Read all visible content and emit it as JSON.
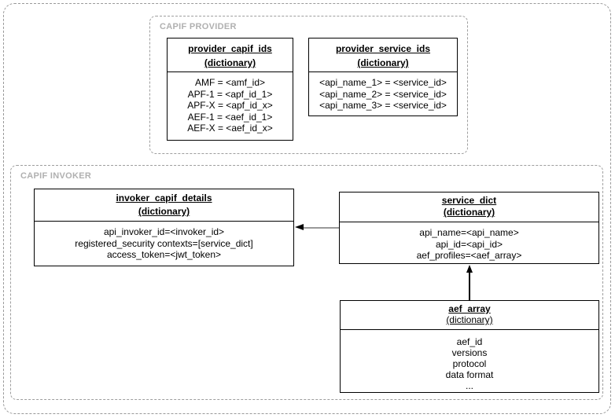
{
  "diagram": {
    "colors": {
      "background": "#ffffff",
      "box_border": "#000000",
      "group_border": "#9e9e9e",
      "group_label": "#b0b0b0",
      "arrow_line_gray": "#999999",
      "arrow_black": "#000000"
    },
    "provider_group": {
      "label": "CAPIF PROVIDER",
      "boxes": {
        "provider_capif_ids": {
          "title": "provider_capif_ids",
          "subtitle": "(dictionary)",
          "rows": [
            "AMF = <amf_id>",
            "APF-1 = <apf_id_1>",
            "APF-X = <apf_id_x>",
            "AEF-1 = <aef_id_1>",
            "AEF-X = <aef_id_x>"
          ]
        },
        "provider_service_ids": {
          "title": "provider_service_ids",
          "subtitle": "(dictionary)",
          "rows": [
            "<api_name_1> = <service_id>",
            "<api_name_2> = <service_id>",
            "<api_name_3> = <service_id>"
          ]
        }
      }
    },
    "invoker_group": {
      "label": "CAPIF INVOKER",
      "boxes": {
        "invoker_capif_details": {
          "title": "invoker_capif_details",
          "subtitle": "(dictionary)",
          "rows": [
            "api_invoker_id=<invoker_id>",
            "registered_security contexts=[service_dict]",
            "access_token=<jwt_token>"
          ]
        },
        "service_dict": {
          "title": "service_dict",
          "subtitle": "(dictionary)",
          "rows": [
            "api_name=<api_name>",
            "api_id=<api_id>",
            "aef_profiles=<aef_array>"
          ]
        },
        "aef_array": {
          "title": "aef_array",
          "subtitle": "(dictionary)",
          "rows": [
            "aef_id",
            "versions",
            "protocol",
            "data format",
            "..."
          ]
        }
      }
    }
  }
}
